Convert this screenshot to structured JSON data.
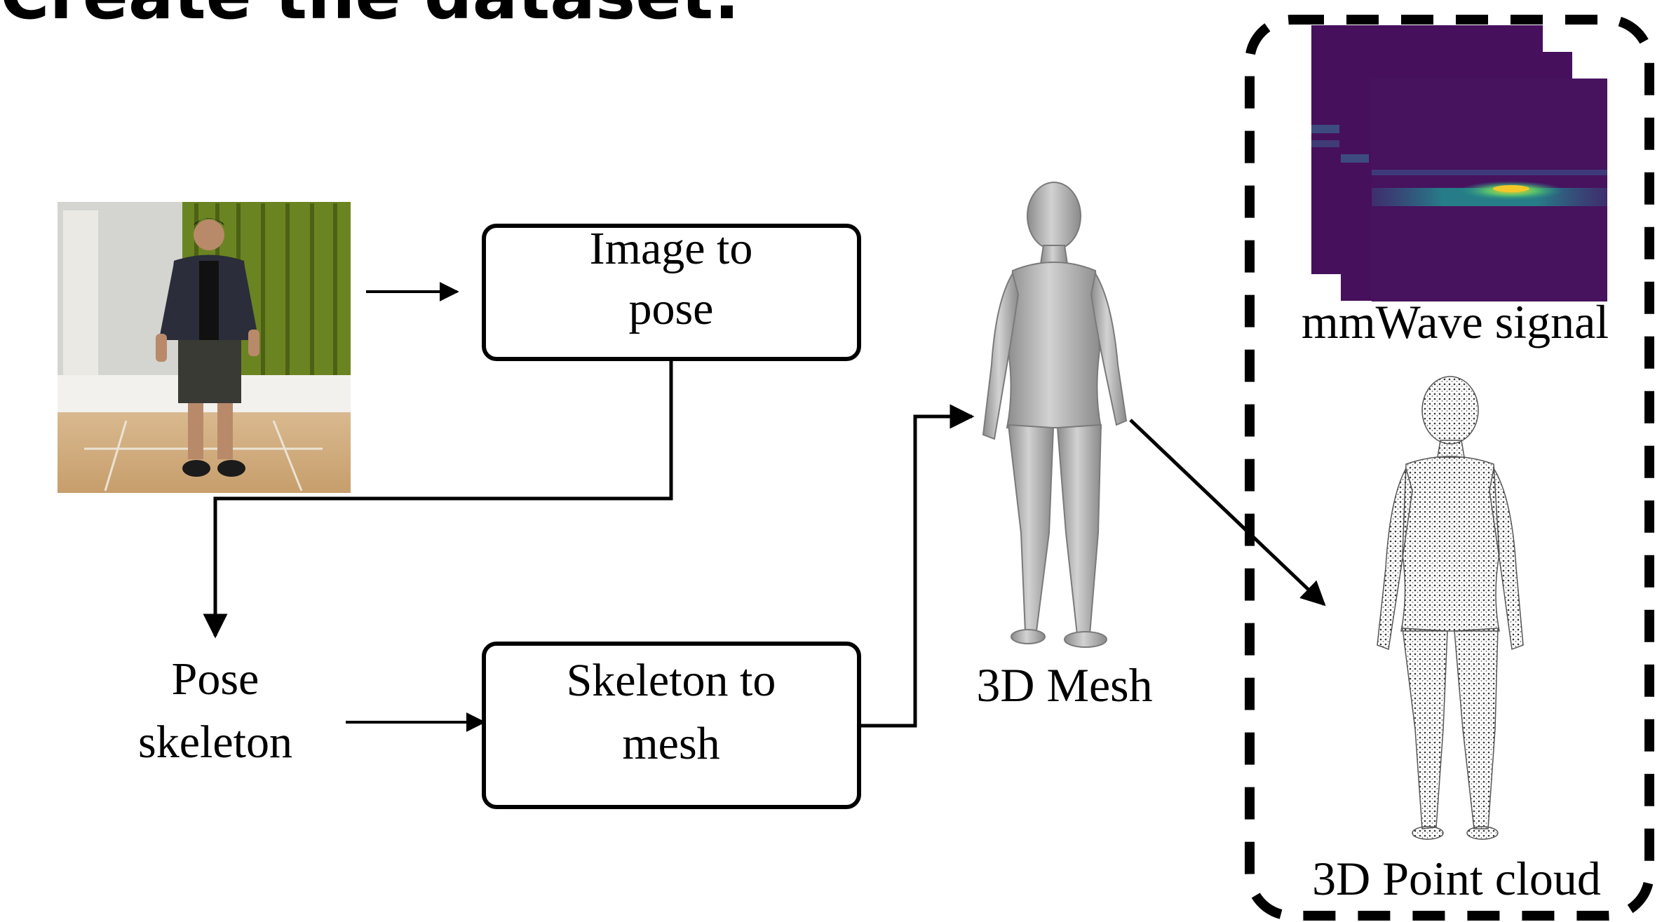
{
  "slide": {
    "title": "Create the dataset:"
  },
  "boxes": {
    "image_to_pose": {
      "line1": "Image to",
      "line2": "pose"
    },
    "skeleton_to_mesh": {
      "line1": "Skeleton to",
      "line2": "mesh"
    }
  },
  "labels": {
    "pose_skeleton": {
      "line1": "Pose",
      "line2": "skeleton"
    },
    "mesh_3d": "3D Mesh",
    "mmwave": "mmWave signal",
    "point_cloud": "3D Point cloud"
  },
  "colors": {
    "stroke": "#000000",
    "heatmap_background": "#48125e",
    "heatmap_band": "#1f8f8b",
    "heatmap_peak": "#f5c82a",
    "mesh_fill": "#a9a9a9",
    "curtain": "#5f7a1e"
  }
}
